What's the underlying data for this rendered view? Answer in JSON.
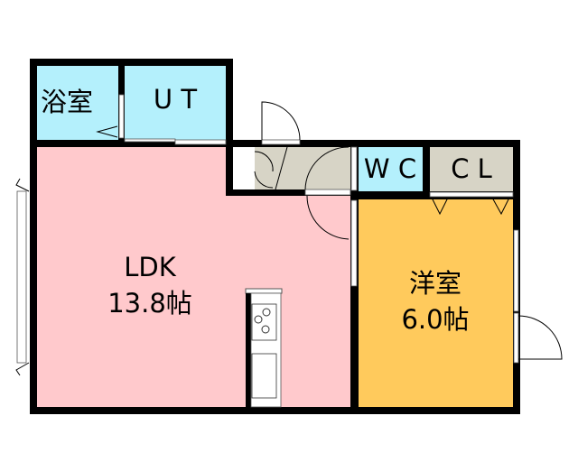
{
  "rooms": {
    "bath": {
      "label": "浴室"
    },
    "ut": {
      "label": "U T"
    },
    "wc": {
      "label": "W C"
    },
    "cl": {
      "label": "C L"
    },
    "ldk": {
      "label": "LDK",
      "size": "13.8帖"
    },
    "western": {
      "label": "洋室",
      "size": "6.0帖"
    }
  },
  "colors": {
    "ldk": "#FFC9CC",
    "wet": "#B4F0FC",
    "western": "#FFCA5C",
    "storage": "#D7D4C6",
    "wall": "#000000"
  }
}
